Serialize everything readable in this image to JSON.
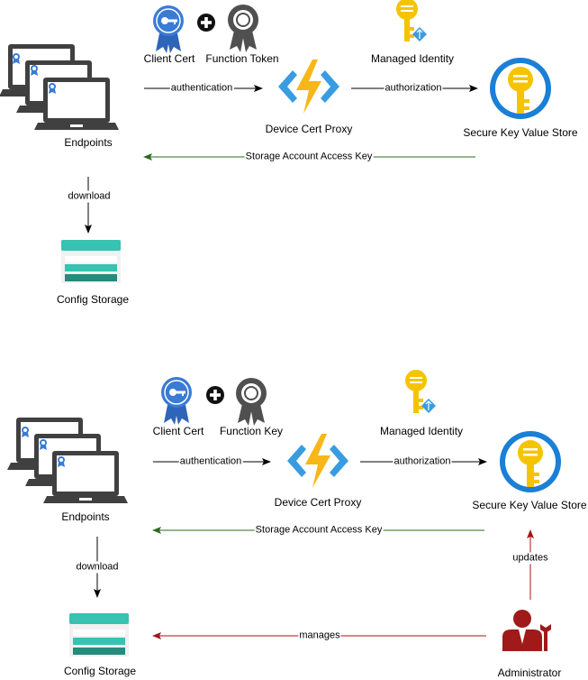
{
  "colors": {
    "arrow_black": "#000000",
    "arrow_green": "#2d6a1f",
    "arrow_red": "#a01717",
    "laptop": "#404040",
    "func_yellow": "#f7b719",
    "func_blue": "#3a9ce0",
    "keyvault_blue": "#1a7fd6",
    "key_yellow": "#f5c400",
    "storage_teal": "#37c2b1",
    "admin_red": "#a01a1a",
    "cert_blue": "#3a7bd5"
  },
  "top": {
    "client_cert": "Client Cert",
    "function_token": "Function Token",
    "managed_identity": "Managed Identity",
    "endpoints": "Endpoints",
    "device_cert_proxy": "Device Cert Proxy",
    "secure_key_value_store": "Secure Key Value Store",
    "config_storage": "Config Storage",
    "edge_authentication": "authentication",
    "edge_authorization": "authorization",
    "edge_storage_key": "Storage Account Access Key",
    "edge_download": "download"
  },
  "bottom": {
    "client_cert": "Client Cert",
    "function_key": "Function Key",
    "managed_identity": "Managed Identity",
    "endpoints": "Endpoints",
    "device_cert_proxy": "Device Cert Proxy",
    "secure_key_value_store": "Secure Key Value Store",
    "config_storage": "Config Storage",
    "administrator": "Administrator",
    "edge_authentication": "authentication",
    "edge_authorization": "authorization",
    "edge_storage_key": "Storage Account Access Key",
    "edge_download": "download",
    "edge_updates": "updates",
    "edge_manages": "manages"
  }
}
